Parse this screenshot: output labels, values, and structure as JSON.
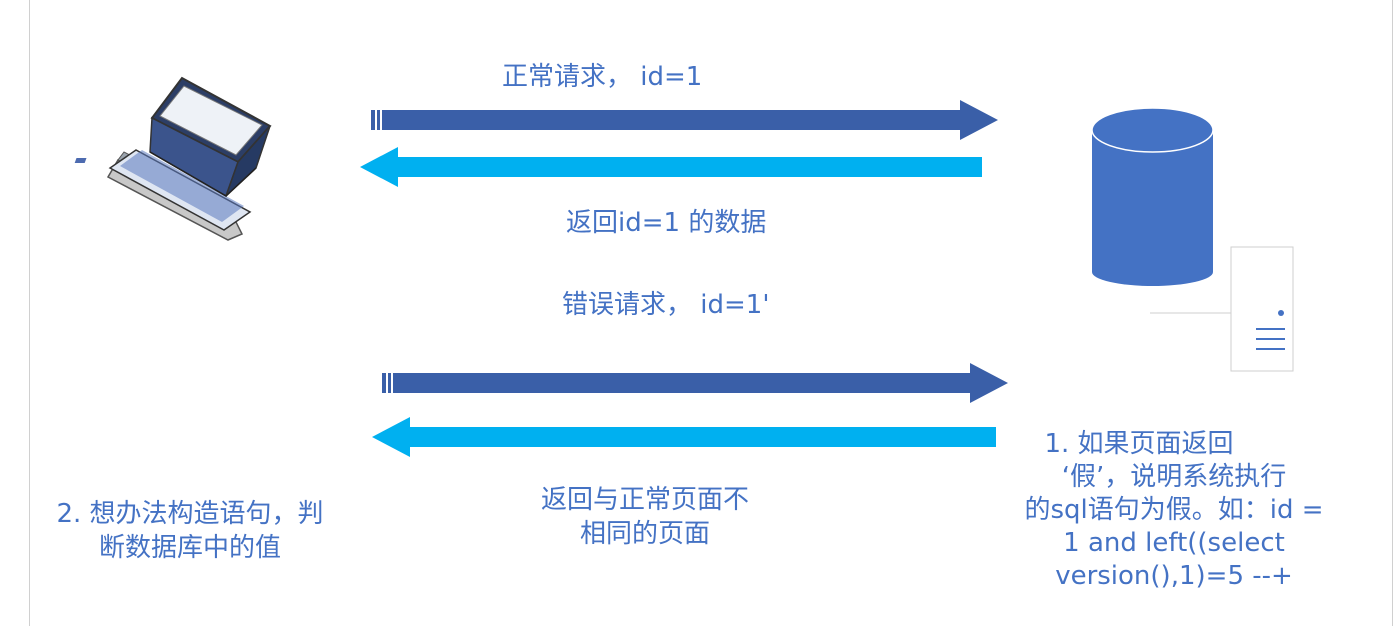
{
  "request_normal": "正常请求， id=1",
  "response_normal": "返回id=1 的数据",
  "request_error": "错误请求， id=1'",
  "response_error_lines": [
    "返回与正常页面不",
    "相同的页面"
  ],
  "note_left_lines": [
    "2. 想办法构造语句，判",
    "断数据库中的值"
  ],
  "note_right_lines": [
    "1. 如果页面返回",
    "‘假’，说明系统执行",
    "的sql语句为假。如：id =",
    "1 and left((select",
    "version(),1)=5 --+"
  ],
  "colors": {
    "text": "#4472C4",
    "request_arrow": "#3A5FA8",
    "response_arrow": "#00B0F0",
    "database": "#4472C4"
  },
  "icons": [
    "laptop-icon",
    "database-icon",
    "server-icon"
  ]
}
